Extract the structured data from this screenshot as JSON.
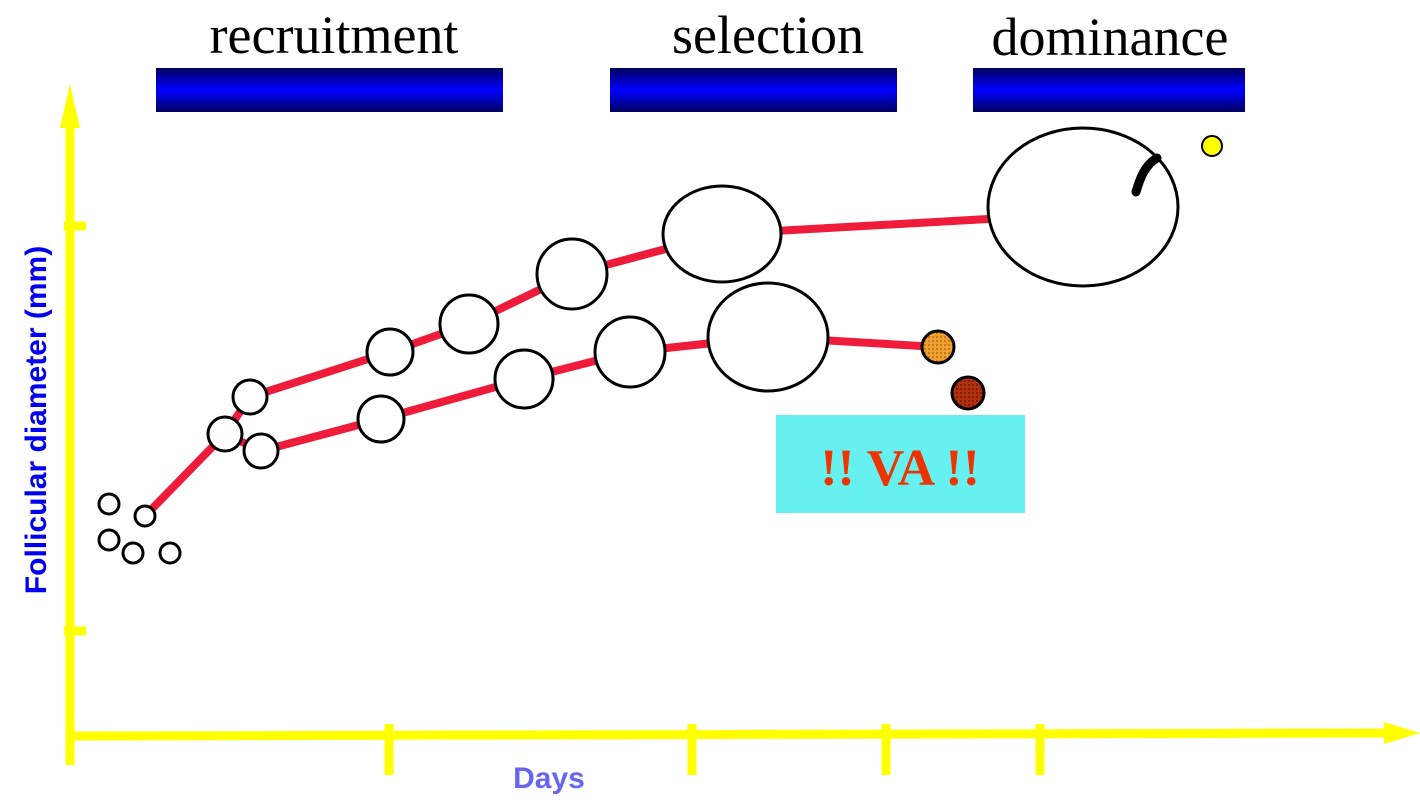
{
  "phases": {
    "recruitment": "recruitment",
    "selection": "selection",
    "dominance": "dominance"
  },
  "axes": {
    "y_label": "Follicular diameter (mm)",
    "x_label": "Days"
  },
  "badge": {
    "text": "!! VA !!"
  },
  "colors": {
    "axis": "#ffff00",
    "growth_line": "#ee1c3a",
    "phase_bar_center": "#0000ee",
    "phase_bar_edge": "#000050",
    "y_label": "#0000ee",
    "x_label": "#6666ee",
    "badge_bg": "#66f0f0",
    "badge_text": "#ee3300",
    "atretic_orange": "#f0a030",
    "atretic_brown": "#b03010",
    "ovulated_dot": "#ffff00"
  }
}
